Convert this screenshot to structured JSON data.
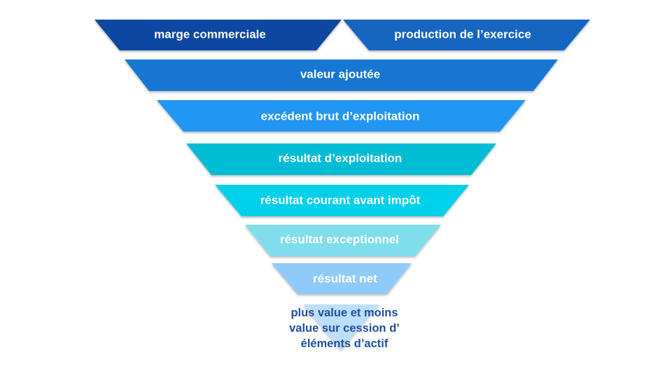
{
  "diagram": {
    "type": "inverted-funnel",
    "top_row": [
      {
        "label": "marge commerciale",
        "color": "#0d47a1"
      },
      {
        "label": "production de l’exercice",
        "color": "#1565c0"
      }
    ],
    "layers": [
      {
        "label": "valeur ajoutée",
        "color": "#1976d2"
      },
      {
        "label": "excédent brut d’exploitation",
        "color": "#2196f3"
      },
      {
        "label": "résultat d’exploitation",
        "color": "#00bcd4"
      },
      {
        "label": "résultat courant avant impôt",
        "color": "#00d0ea"
      },
      {
        "label": "résultat exceptionnel",
        "color": "#80deea"
      },
      {
        "label": "résultat net",
        "color": "#90caf9"
      }
    ],
    "bottom": {
      "lines": [
        "plus value et moins",
        "value sur cession d’",
        "éléments d’actif"
      ],
      "triangle_color": "#bbdefb",
      "text_color": "#1f4e9c"
    }
  }
}
